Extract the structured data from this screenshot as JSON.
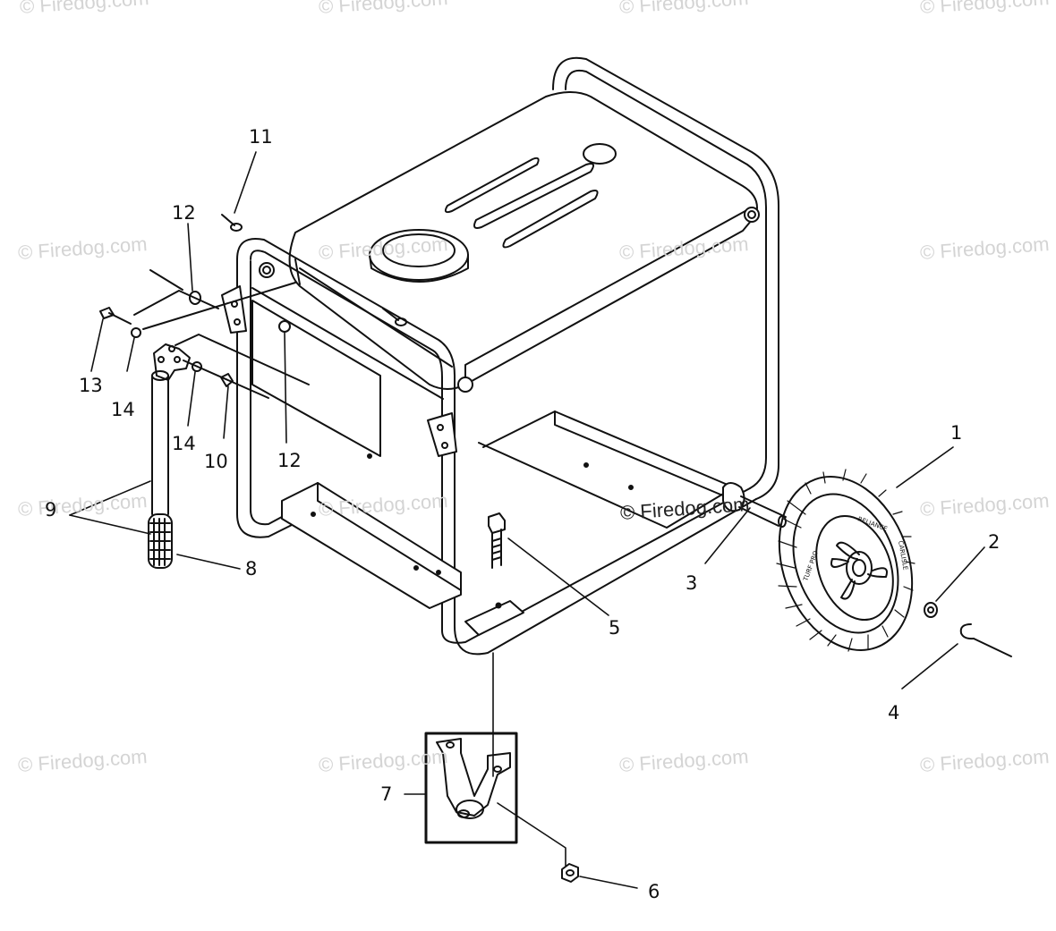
{
  "watermark": "© Firedog.com",
  "callouts": {
    "c1": "1",
    "c2": "2",
    "c3": "3",
    "c4": "4",
    "c5": "5",
    "c6": "6",
    "c7": "7",
    "c8": "8",
    "c9": "9",
    "c10": "10",
    "c11": "11",
    "c12a": "12",
    "c12b": "12",
    "c13": "13",
    "c14a": "14",
    "c14b": "14"
  },
  "wheel_text": {
    "brand": "RELIANCE",
    "model": "CARLISLE",
    "series": "TURF PRO"
  }
}
